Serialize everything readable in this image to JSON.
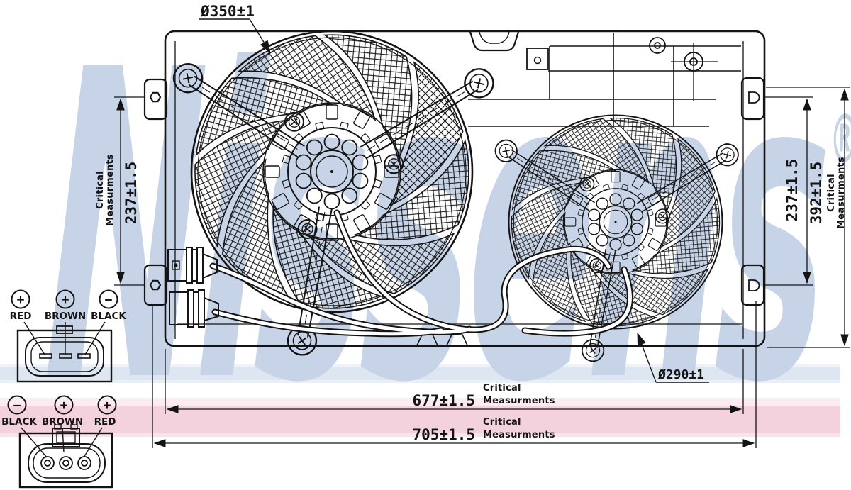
{
  "watermark": {
    "text": "Nissens",
    "reg": "®",
    "color": "#c7d4e8"
  },
  "stripes": {
    "blue": "#dde6f1",
    "pink": "#f3d2dd"
  },
  "drawing": {
    "dims": {
      "fan_left_diameter": {
        "label": "Ø350±1"
      },
      "fan_right_diameter": {
        "label": "Ø290±1"
      },
      "left_fan_mount_height": {
        "value": "237±1.5",
        "note1": "Critical",
        "note2": "Measurments"
      },
      "right_fan_mount_height": {
        "value": "237±1.5"
      },
      "overall_height": {
        "value": "392±1.5",
        "note1": "Critical",
        "note2": "Measurments"
      },
      "shroud_width": {
        "value": "677±1.5",
        "note1": "Critical",
        "note2": "Measurments"
      },
      "overall_width": {
        "value": "705±1.5",
        "note1": "Critical",
        "note2": "Measurments"
      }
    },
    "connectors": {
      "upper": {
        "pins": [
          {
            "symbol": "+",
            "label": "RED"
          },
          {
            "symbol": "+",
            "label": "BROWN"
          },
          {
            "symbol": "−",
            "label": "BLACK"
          }
        ]
      },
      "lower": {
        "pins": [
          {
            "symbol": "−",
            "label": "BLACK"
          },
          {
            "symbol": "+",
            "label": "BROWN"
          },
          {
            "symbol": "+",
            "label": "RED"
          }
        ]
      }
    }
  }
}
